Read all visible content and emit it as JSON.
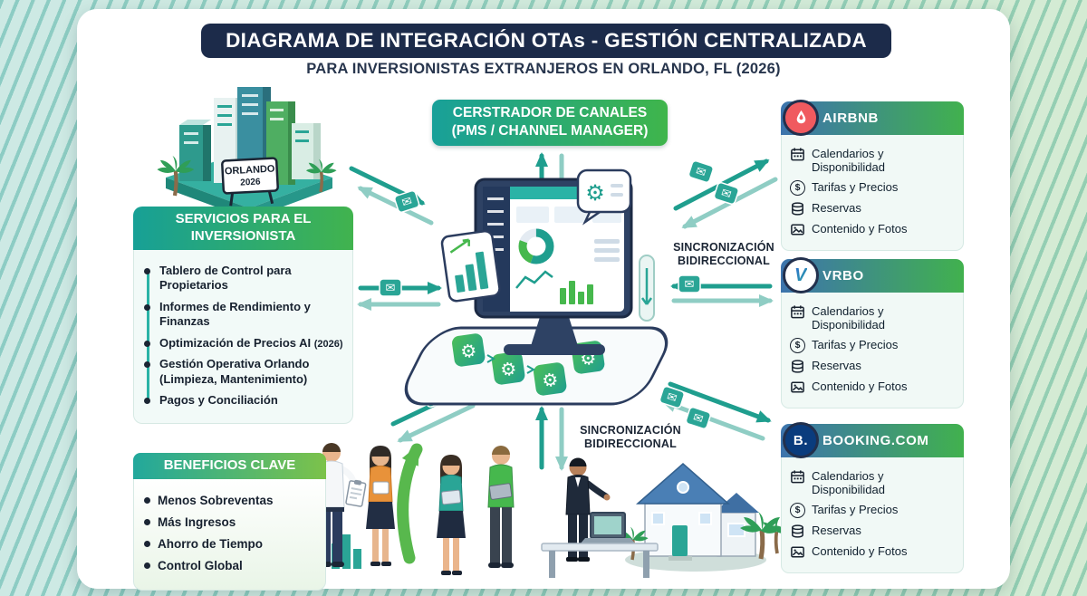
{
  "title": "DIAGRAMA DE INTEGRACIÓN OTAs - GESTIÓN CENTRALIZADA",
  "subtitle": "PARA INVERSIONISTAS EXTRANJEROS EN ORLANDO, FL (2026)",
  "channel_manager": {
    "line1": "CERSTRADOR DE CANALES",
    "line2": "(PMS / CHANNEL MANAGER)"
  },
  "city_sign": {
    "line1": "ORLANDO",
    "line2": "2026"
  },
  "services": {
    "title_line1": "SERVICIOS PARA EL",
    "title_line2": "INVERSIONISTA",
    "items": [
      {
        "text": "Tablero de Control para Propietarios",
        "suffix": ""
      },
      {
        "text": "Informes de Rendimiento y Finanzas",
        "suffix": ""
      },
      {
        "text": "Optimización de Precios AI",
        "suffix": "(2026)"
      },
      {
        "text": "Gestión Operativa Orlando (Limpieza, Mantenimiento)",
        "suffix": ""
      },
      {
        "text": "Pagos y Conciliación",
        "suffix": ""
      }
    ]
  },
  "benefits": {
    "title": "BENEFICIOS CLAVE",
    "items": [
      "Menos Sobreventas",
      "Más Ingresos",
      "Ahorro de Tiempo",
      "Control Global"
    ]
  },
  "sync_right": {
    "line1": "SINCRONIZACIÓN",
    "line2": "BIDIRECCIONAL"
  },
  "sync_bottom": {
    "line1": "SINCRONIZACIÓN",
    "line2": "BIDIRECCIONAL"
  },
  "otas": [
    {
      "name": "AIRBNB",
      "logo": "airbnb-belo-icon",
      "items": [
        {
          "icon": "calendar-icon",
          "label": "Calendarios y Disponibilidad"
        },
        {
          "icon": "pricing-icon",
          "label": "Tarifas y Precios"
        },
        {
          "icon": "reservations-icon",
          "label": "Reservas"
        },
        {
          "icon": "photos-icon",
          "label": "Contenido y Fotos"
        }
      ]
    },
    {
      "name": "VRBO",
      "logo": "vrbo-v-icon",
      "logo_letter": "V",
      "items": [
        {
          "icon": "calendar-icon",
          "label": "Calendarios y Disponibilidad"
        },
        {
          "icon": "pricing-icon",
          "label": "Tarifas y Precios"
        },
        {
          "icon": "reservations-icon",
          "label": "Reservas"
        },
        {
          "icon": "photos-icon",
          "label": "Contenido y Fotos"
        }
      ]
    },
    {
      "name": "BOOKING.COM",
      "logo": "booking-b-icon",
      "logo_letter": "B.",
      "items": [
        {
          "icon": "calendar-icon",
          "label": "Calendarios y Disponibilidad"
        },
        {
          "icon": "pricing-icon",
          "label": "Tarifas y Precios"
        },
        {
          "icon": "reservations-icon",
          "label": "Reservas"
        },
        {
          "icon": "photos-icon",
          "label": "Contenido y Fotos"
        }
      ]
    }
  ],
  "icons": {
    "gear": "⚙",
    "envelope": "✉",
    "dollar": "$"
  },
  "colors": {
    "teal": "#1f9e8e",
    "green": "#45b649",
    "navy": "#1c2b4a",
    "airbnb_red": "#f05a5f",
    "booking_blue": "#0a3c7d"
  }
}
